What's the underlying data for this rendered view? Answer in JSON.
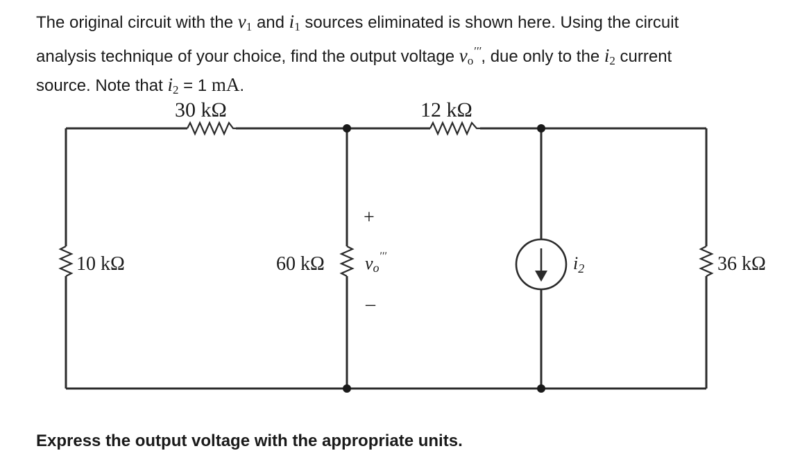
{
  "problem": {
    "line1_a": "The original circuit with the",
    "v1_base": "v",
    "v1_sub": "1",
    "line1_b": "and",
    "i1_base": "i",
    "i1_sub": "1",
    "line1_c": "sources eliminated is shown here.  Using the circuit",
    "line2_a": "analysis technique of your choice, find the output voltage",
    "vo_base": "v",
    "vo_sub": "o",
    "vo_sup": "′′′",
    "line2_b": ", due only to the",
    "i2_base": "i",
    "i2_sub": "2",
    "line2_c": "current",
    "line3_a": "source.  Note that",
    "i2b_base": "i",
    "i2b_sub": "2",
    "line3_b": "= 1",
    "unit": "mA",
    "line3_c": "."
  },
  "circuit": {
    "r_top_left": "30 kΩ",
    "r_top_right": "12 kΩ",
    "r_left": "10 kΩ",
    "r_middle": "60 kΩ",
    "r_right": "36 kΩ",
    "vo_plus": "+",
    "vo_minus": "–",
    "vo_label_base": "v",
    "vo_label_sub": "o",
    "vo_label_sup": "′′′",
    "source_label_base": "i",
    "source_label_sub": "2"
  },
  "footer": {
    "text": "Express the output voltage with the appropriate units."
  }
}
